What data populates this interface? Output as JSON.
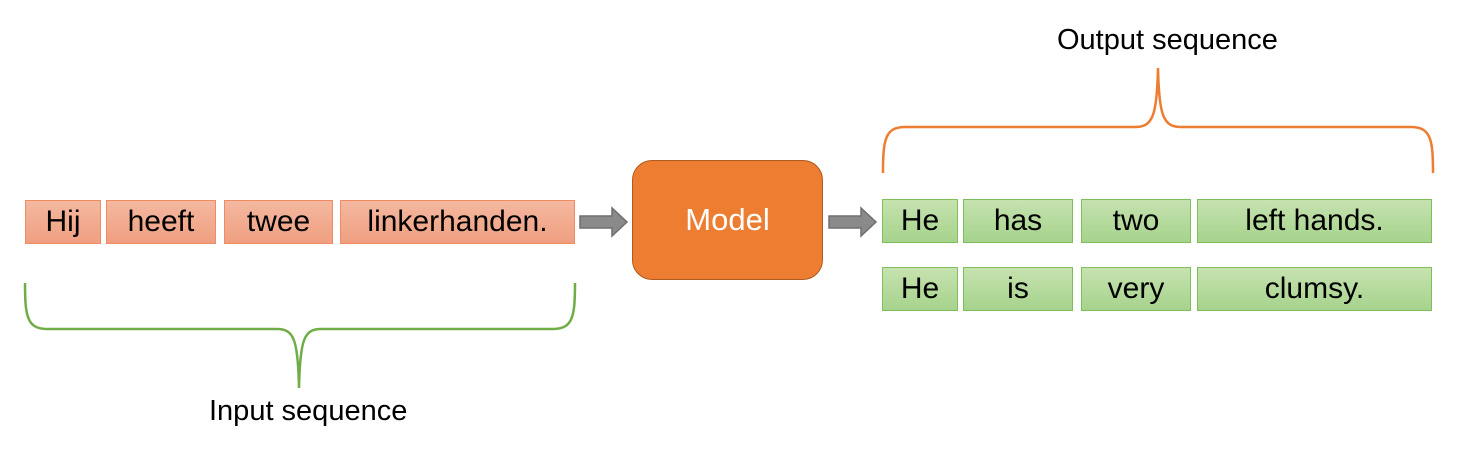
{
  "output_label": "Output sequence",
  "input_label": "Input sequence",
  "model_label": "Model",
  "input_tokens": [
    "Hij",
    "heeft",
    "twee",
    "linkerhanden."
  ],
  "output_sequences": [
    [
      "He",
      "has",
      "two",
      "left hands."
    ],
    [
      "He",
      "is",
      "very",
      "clumsy."
    ]
  ],
  "colors": {
    "input_brace": "#70ad47",
    "output_brace": "#ed7d31",
    "model_fill": "#ed7d31",
    "input_token_fill": "#f4b8a0",
    "output_token_fill": "#a9d18e",
    "arrow": "#7f7f7f"
  }
}
